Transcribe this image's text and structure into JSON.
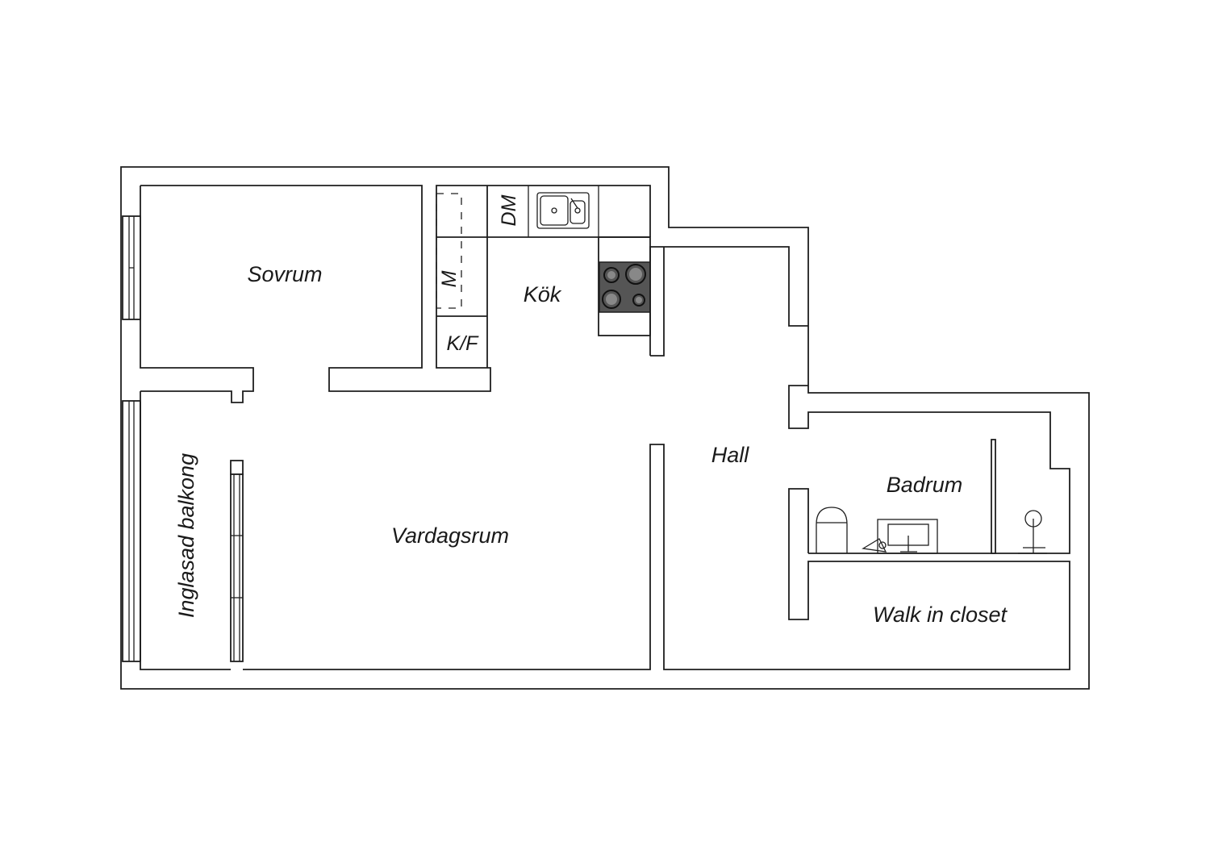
{
  "rooms": {
    "sovrum": "Sovrum",
    "kok": "Kök",
    "hall": "Hall",
    "badrum": "Badrum",
    "vardagsrum": "Vardagsrum",
    "inglasad_balkong": "Inglasad balkong",
    "walk_in_closet": "Walk in closet"
  },
  "fixtures": {
    "dishwasher": "DM",
    "microwave": "M",
    "fridge_freezer": "K/F"
  },
  "icons": [
    "sink-icon",
    "stove-icon",
    "toilet-icon",
    "washbasin-icon",
    "shower-icon"
  ],
  "colors": {
    "wall": "#1e1e1e",
    "stove": "#555555",
    "background": "#ffffff"
  }
}
